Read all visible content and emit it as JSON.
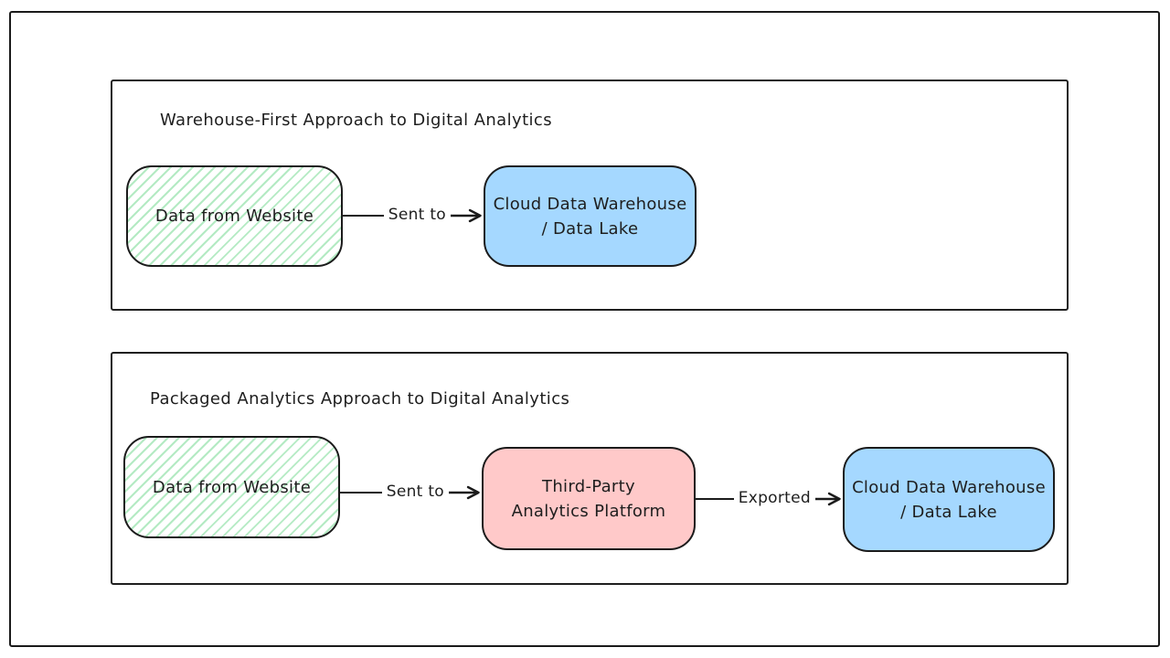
{
  "diagram": {
    "background": "#ffffff",
    "stroke_color": "#1e1e1e",
    "panels": [
      {
        "title": "Warehouse-First Approach to Digital Analytics",
        "nodes": [
          {
            "label": "Data from Website",
            "fill": "green-hatch",
            "fill_color": "#69d687"
          },
          {
            "label": "Cloud Data Warehouse\n/ Data Lake",
            "fill": "solid",
            "fill_color": "#a5d8ff"
          }
        ],
        "edges": [
          {
            "label": "Sent to",
            "from": "Data from Website",
            "to": "Cloud Data Warehouse / Data Lake"
          }
        ]
      },
      {
        "title": "Packaged Analytics Approach to Digital Analytics",
        "nodes": [
          {
            "label": "Data from Website",
            "fill": "green-hatch",
            "fill_color": "#69d687"
          },
          {
            "label": "Third-Party\nAnalytics Platform",
            "fill": "solid",
            "fill_color": "#ffc9c9"
          },
          {
            "label": "Cloud Data Warehouse\n/ Data Lake",
            "fill": "solid",
            "fill_color": "#a5d8ff"
          }
        ],
        "edges": [
          {
            "label": "Sent to",
            "from": "Data from Website",
            "to": "Third-Party Analytics Platform"
          },
          {
            "label": "Exported",
            "from": "Third-Party Analytics Platform",
            "to": "Cloud Data Warehouse / Data Lake"
          }
        ]
      }
    ]
  }
}
